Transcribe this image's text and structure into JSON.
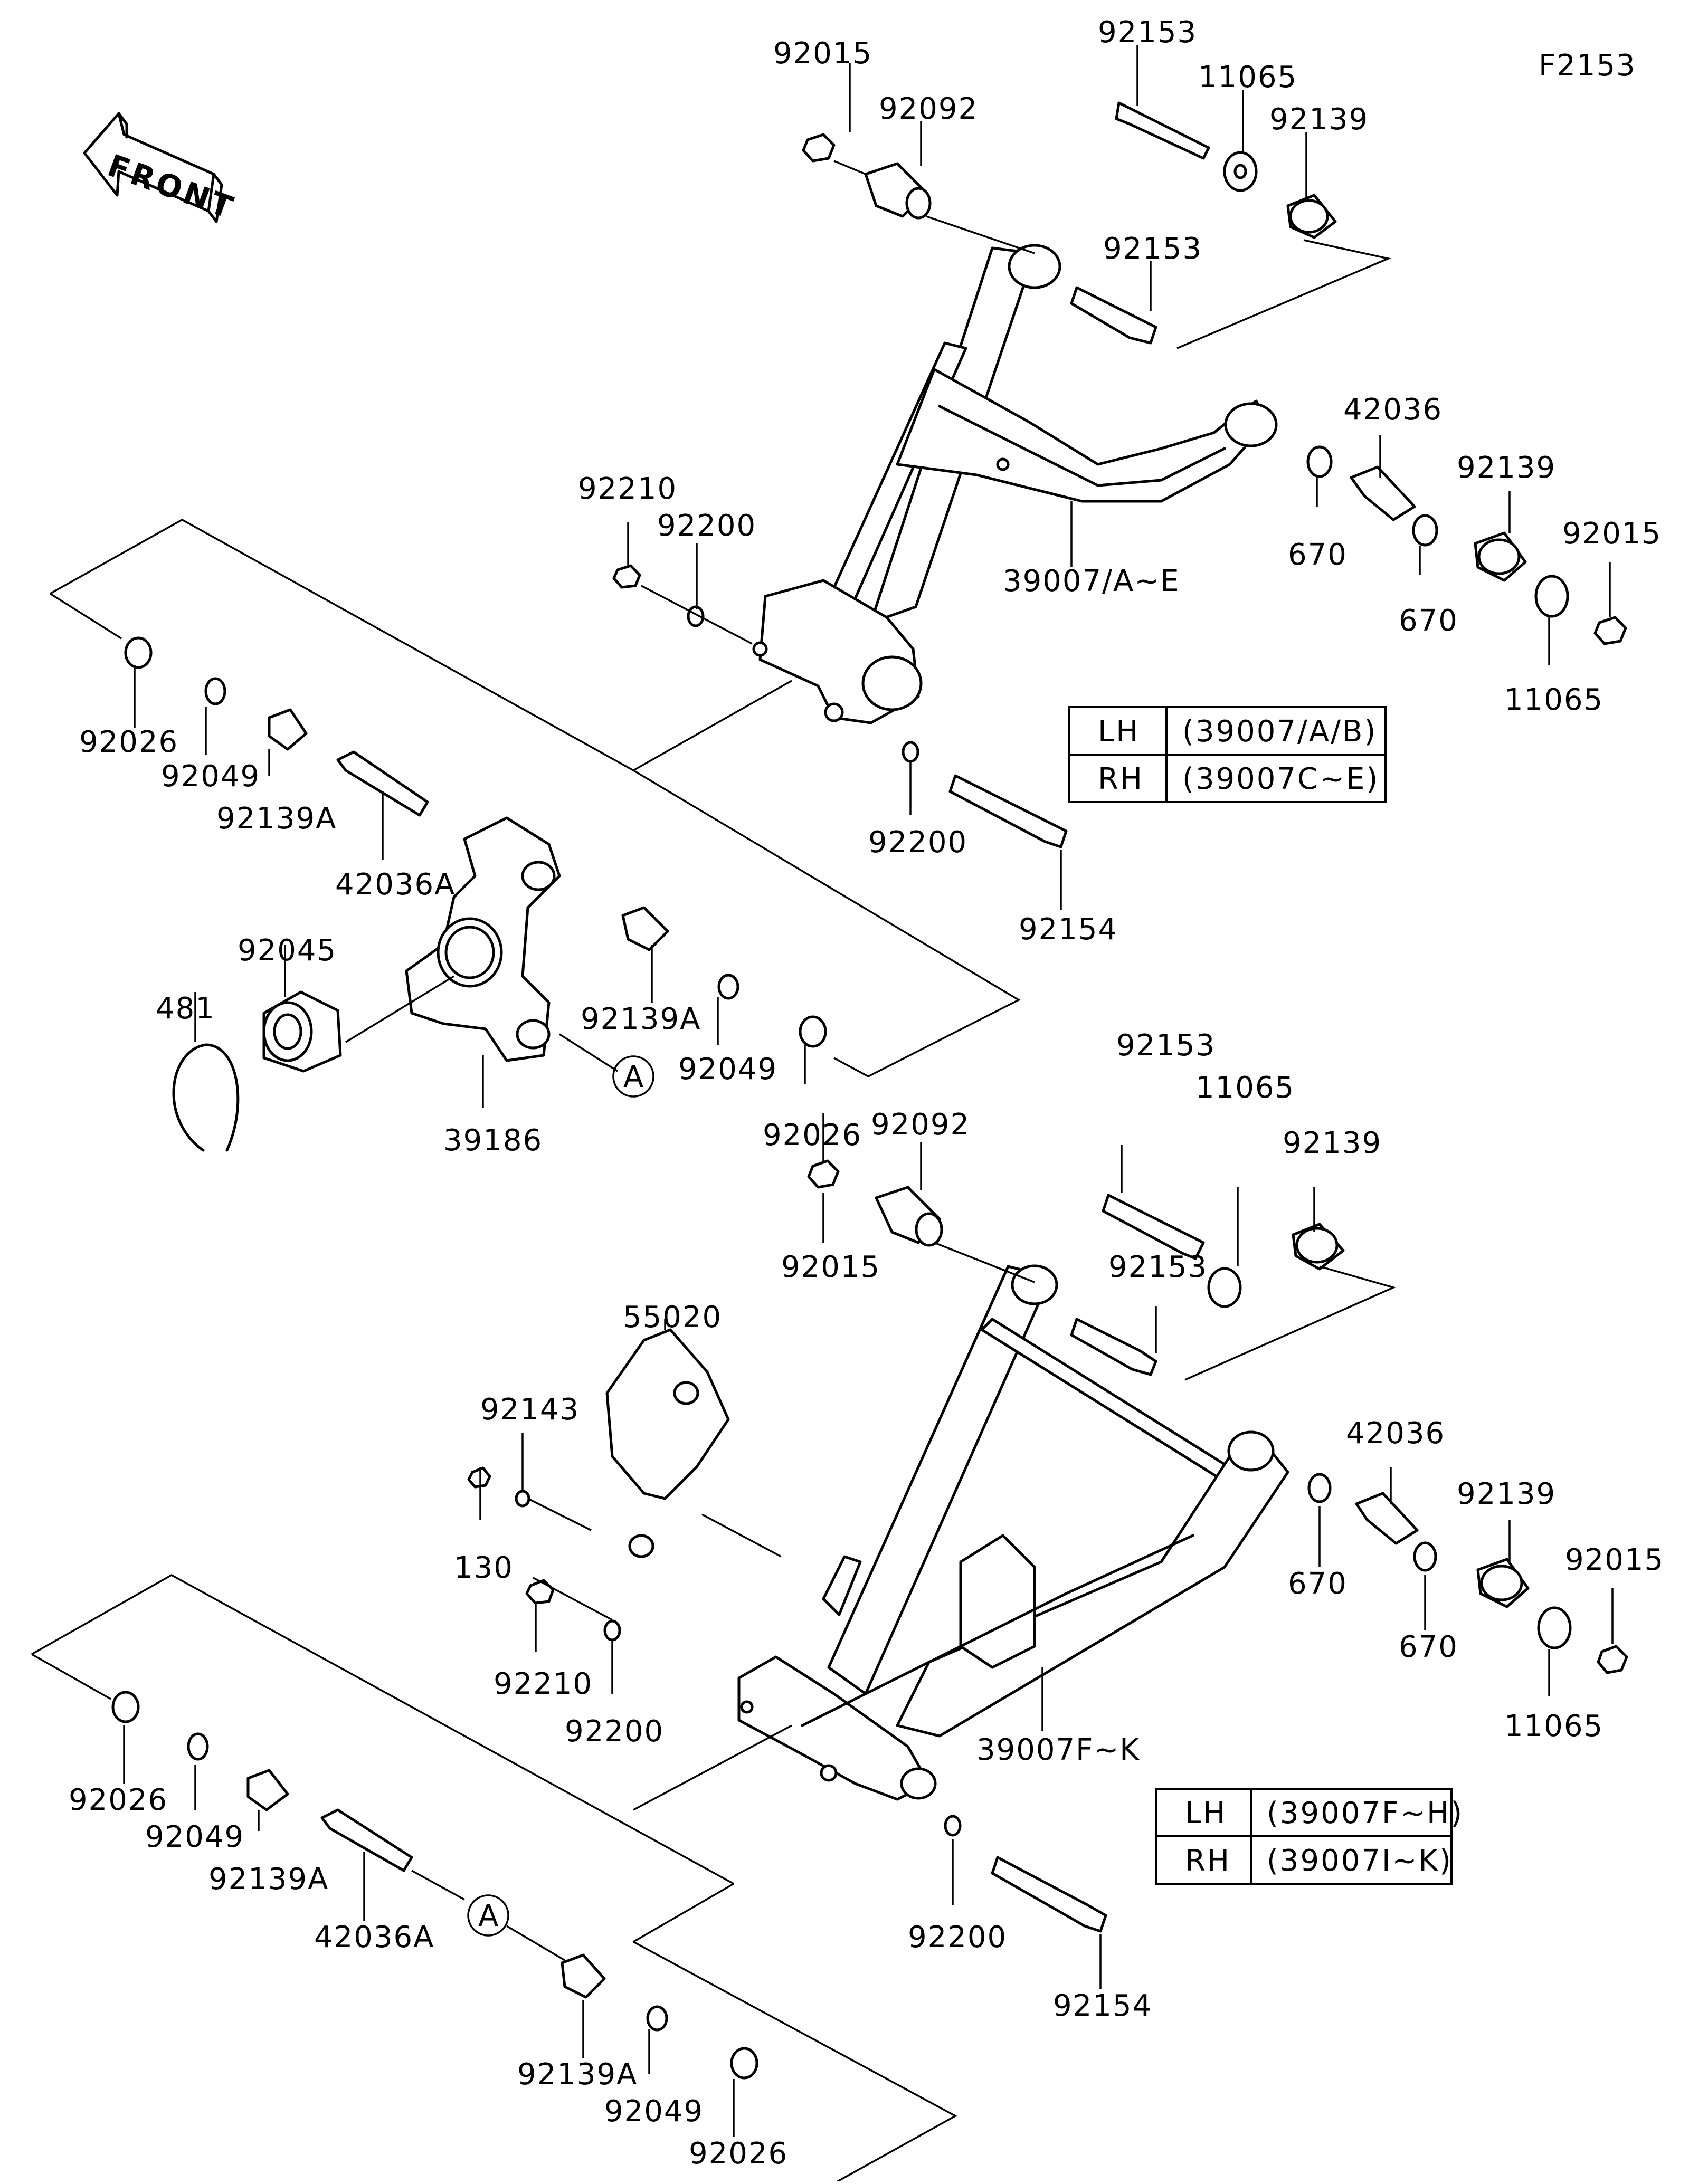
{
  "figure_code": "F2153",
  "front_label": "FRONT",
  "callout_letter": "A",
  "tables": [
    {
      "rows": [
        {
          "side": "LH",
          "parts": "(39007/A/B)"
        },
        {
          "side": "RH",
          "parts": "(39007C~E)"
        }
      ]
    },
    {
      "rows": [
        {
          "side": "LH",
          "parts": "(39007F~H)"
        },
        {
          "side": "RH",
          "parts": "(39007I~K)"
        }
      ]
    }
  ],
  "part_labels": [
    "92015",
    "92092",
    "92153",
    "11065",
    "92139",
    "92153",
    "42036",
    "92139",
    "670",
    "670",
    "92015",
    "11065",
    "39007/A~E",
    "92210",
    "92200",
    "92200",
    "92154",
    "92026",
    "92049",
    "92139A",
    "42036A",
    "92139A",
    "92045",
    "481",
    "39186",
    "92049",
    "92026",
    "92153",
    "11065",
    "92139",
    "92092",
    "92015",
    "92153",
    "55020",
    "92143",
    "130",
    "42036",
    "92139",
    "670",
    "670",
    "92015",
    "11065",
    "92210",
    "92200",
    "39007F~K",
    "92026",
    "92049",
    "92139A",
    "42036A",
    "92200",
    "92154",
    "92139A",
    "92049",
    "92026"
  ]
}
